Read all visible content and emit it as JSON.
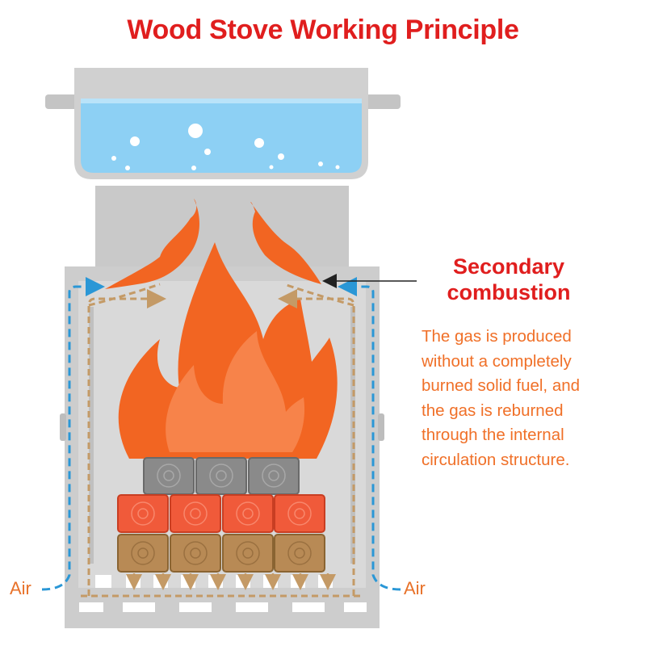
{
  "title": "Wood Stove Working Principle",
  "callout": {
    "heading_lines": [
      "Secondary",
      "combustion"
    ],
    "description_lines": [
      "The gas is produced",
      "without a completely",
      "burned solid fuel, and",
      "the gas is reburned",
      "through the internal",
      "circulation structure."
    ]
  },
  "air_labels": {
    "left": "Air",
    "right": "Air"
  },
  "colors": {
    "title_red": "#e01e1e",
    "text_orange": "#f07028",
    "stove_gray": "#c7c7c7",
    "stove_body": "#d2d2d2",
    "water_blue": "#8dd0f4",
    "flame_orange": "#f26522",
    "air_blue": "#2a97d6",
    "gas_path_tan": "#c49a66",
    "log_gray": "#8a8a8a",
    "log_red": "#f05a3a",
    "log_brown": "#b88a55"
  },
  "icons": [
    "pot-icon",
    "water-bubbles-icon",
    "flame-icon",
    "log-icon",
    "air-flow-arrow-icon",
    "pointer-arrow-icon"
  ]
}
